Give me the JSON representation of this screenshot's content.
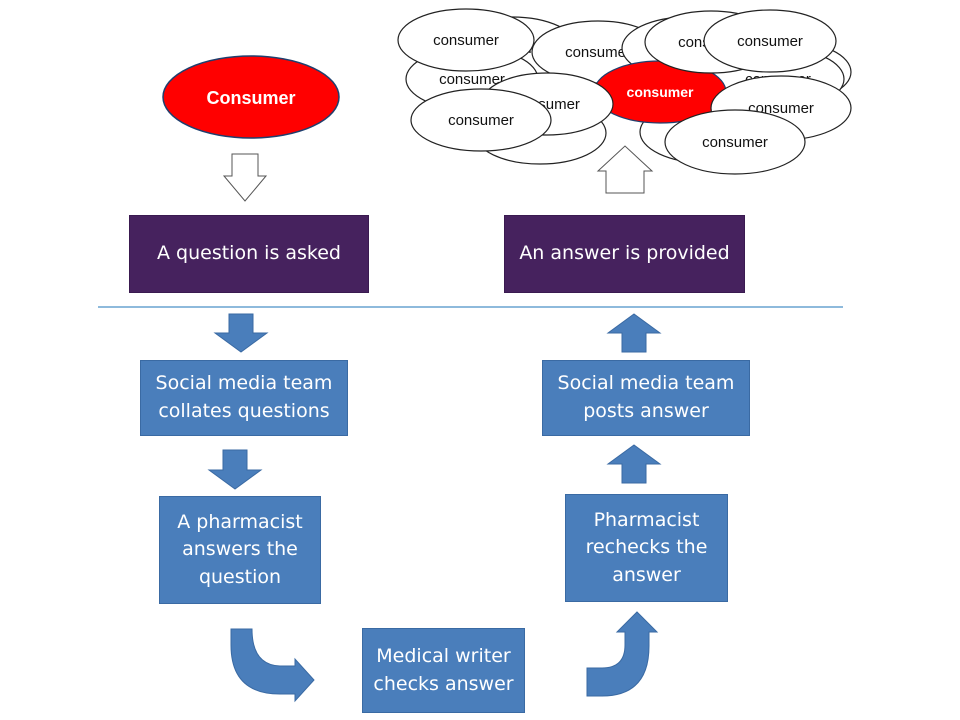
{
  "consumer_main": "Consumer",
  "crowd_label": "consumer",
  "crowd_highlight_label": "consumer",
  "boxes": {
    "question_asked": "A question is asked",
    "answer_provided": "An answer is provided",
    "sm_collates": "Social media team\ncollates questions",
    "pharmacist_answers": "A pharmacist\nanswers the\nquestion",
    "writer_checks": "Medical writer\nchecks answer",
    "pharmacist_rechecks": "Pharmacist\nrechecks the\nanswer",
    "sm_posts": "Social media team\nposts answer"
  },
  "colors": {
    "consumer_red": "#ff0000",
    "purple_box": "#46225e",
    "blue_box": "#4a7ebb",
    "divider": "#4a90c8"
  }
}
